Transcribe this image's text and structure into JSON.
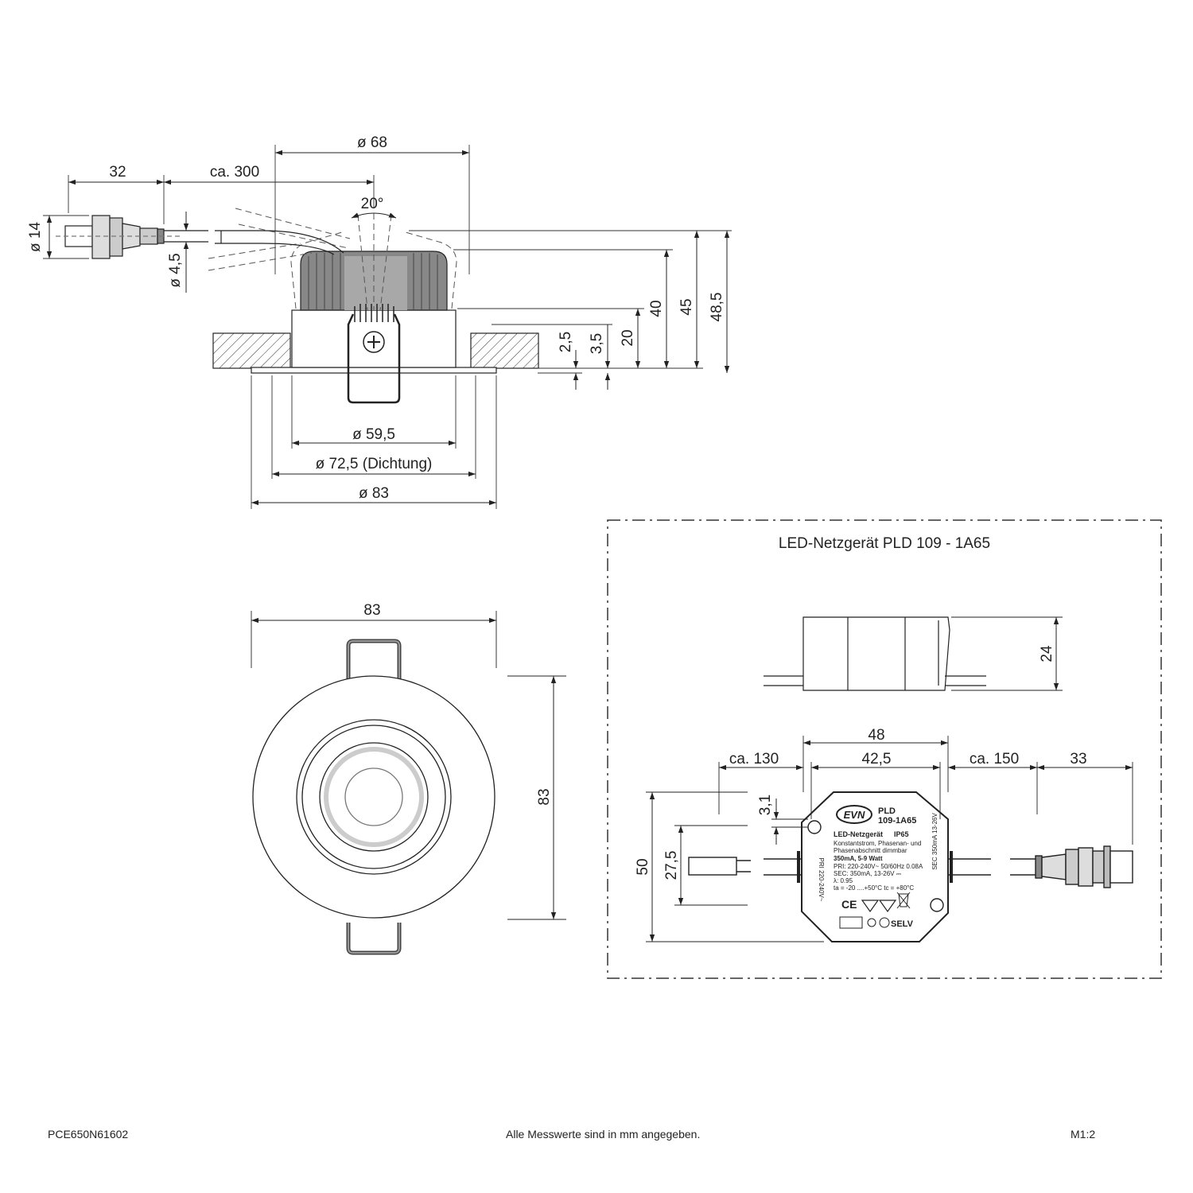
{
  "side_view": {
    "dim_phi68": "ø 68",
    "dim_32": "32",
    "dim_ca300": "ca. 300",
    "angle_20": "20°",
    "dim_phi14": "ø 14",
    "dim_phi4_5": "ø 4,5",
    "dim_40": "40",
    "dim_45": "45",
    "dim_48_5": "48,5",
    "dim_2_5": "2,5",
    "dim_3_5": "3,5",
    "dim_20": "20",
    "dim_phi59_5": "ø 59,5",
    "dim_phi72_5": "ø 72,5 (Dichtung)",
    "dim_phi83": "ø 83"
  },
  "top_view": {
    "dim_width_83": "83",
    "dim_height_83": "83"
  },
  "driver": {
    "title": "LED-Netzgerät PLD 109 - 1A65",
    "dim_24": "24",
    "dim_48": "48",
    "dim_42_5": "42,5",
    "dim_ca130": "ca. 130",
    "dim_ca150": "ca. 150",
    "dim_33": "33",
    "dim_3_1": "3,1",
    "dim_50": "50",
    "dim_27_5": "27,5",
    "label": {
      "logo": "EVN",
      "model_line1": "PLD",
      "model_line2": "109-1A65",
      "name": "LED-Netzgerät",
      "ip": "IP65",
      "desc1": "Konstantstrom, Phasenan- und",
      "desc2": "Phasenabschnitt dimmbar",
      "rating": "350mA, 5-9 Watt",
      "pri": "PRI: 220-240V~  50/60Hz 0.08A",
      "sec": "SEC: 350mA, 13-26V ⎓",
      "lambda": "λ: 0.95",
      "temp": "ta = -20 ....+50°C  tc = +80°C",
      "selv": "SELV",
      "pri_side": "PRI 220-240V~",
      "sec_side": "SEC 350mA 13-26V"
    }
  },
  "footer": {
    "code": "PCE650N61602",
    "note": "Alle Messwerte sind in mm angegeben.",
    "scale": "M1:2"
  }
}
